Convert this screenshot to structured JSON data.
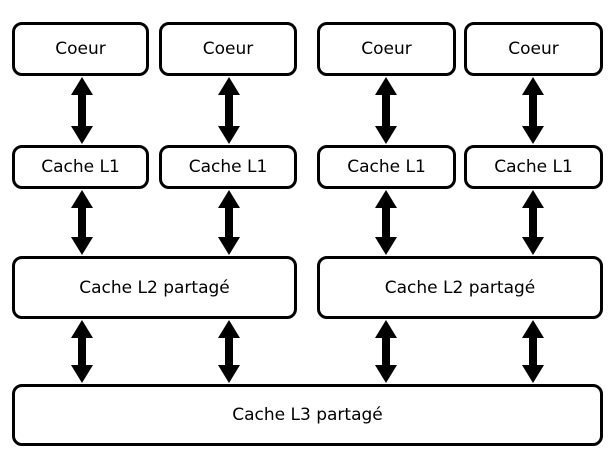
{
  "cores": [
    {
      "label": "Coeur"
    },
    {
      "label": "Coeur"
    },
    {
      "label": "Coeur"
    },
    {
      "label": "Coeur"
    }
  ],
  "l1_caches": [
    {
      "label": "Cache L1"
    },
    {
      "label": "Cache L1"
    },
    {
      "label": "Cache L1"
    },
    {
      "label": "Cache L1"
    }
  ],
  "l2_caches": [
    {
      "label": "Cache L2 partagé"
    },
    {
      "label": "Cache L2 partagé"
    }
  ],
  "l3_cache": {
    "label": "Cache L3 partagé"
  },
  "colors": {
    "stroke": "#000000",
    "fill": "#ffffff"
  }
}
